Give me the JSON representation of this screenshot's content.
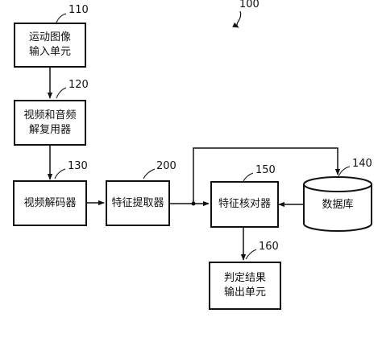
{
  "figure_ref": "100",
  "nodes": {
    "n110": {
      "ref": "110",
      "label": "运动图像\n输入单元"
    },
    "n120": {
      "ref": "120",
      "label": "视频和音频\n解复用器"
    },
    "n130": {
      "ref": "130",
      "label": "视频解码器"
    },
    "n200": {
      "ref": "200",
      "label": "特征提取器"
    },
    "n150": {
      "ref": "150",
      "label": "特征核对器"
    },
    "n140": {
      "ref": "140",
      "label": "数据库"
    },
    "n160": {
      "ref": "160",
      "label": "判定结果\n输出单元"
    }
  },
  "edges": [
    {
      "from": "运动图像输入单元",
      "to": "视频和音频解复用器"
    },
    {
      "from": "视频和音频解复用器",
      "to": "视频解码器"
    },
    {
      "from": "视频解码器",
      "to": "特征提取器"
    },
    {
      "from": "特征提取器",
      "to": "特征核对器"
    },
    {
      "from": "特征提取器",
      "to": "数据库"
    },
    {
      "from": "数据库",
      "to": "特征核对器"
    },
    {
      "from": "特征核对器",
      "to": "判定结果输出单元"
    }
  ]
}
